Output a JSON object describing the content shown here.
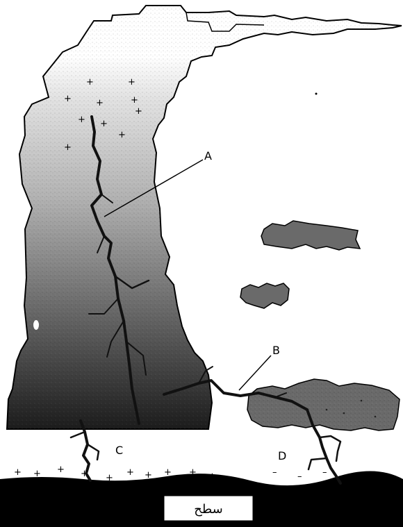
{
  "labels": {
    "a": "A",
    "b": "B",
    "c": "C",
    "d": "D"
  },
  "ground_label": "سطح",
  "charge_symbols": {
    "positive": "+",
    "negative": "–"
  },
  "colors": {
    "cloud_top": "#ffffff",
    "cloud_bottom": "#1a1a1a",
    "small_cloud": "#6b6b6b",
    "ground": "#000000",
    "bolt": "#111111"
  }
}
